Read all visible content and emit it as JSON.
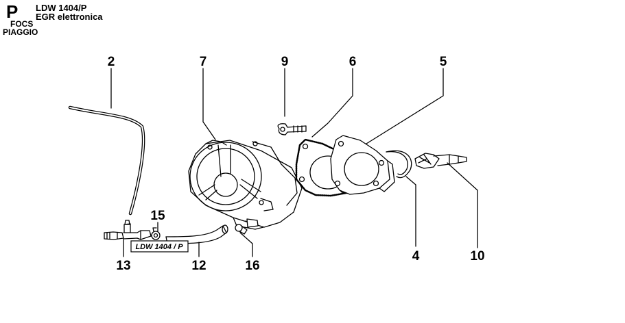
{
  "header": {
    "letter": "P",
    "brand_line1": "FOCS",
    "brand_line2": "PIAGGIO",
    "model": "LDW 1404/P",
    "description": "EGR elettronica"
  },
  "stamp": "LDW 1404 / P",
  "callouts": [
    "2",
    "7",
    "9",
    "6",
    "5",
    "15",
    "4",
    "10",
    "13",
    "12",
    "16"
  ]
}
